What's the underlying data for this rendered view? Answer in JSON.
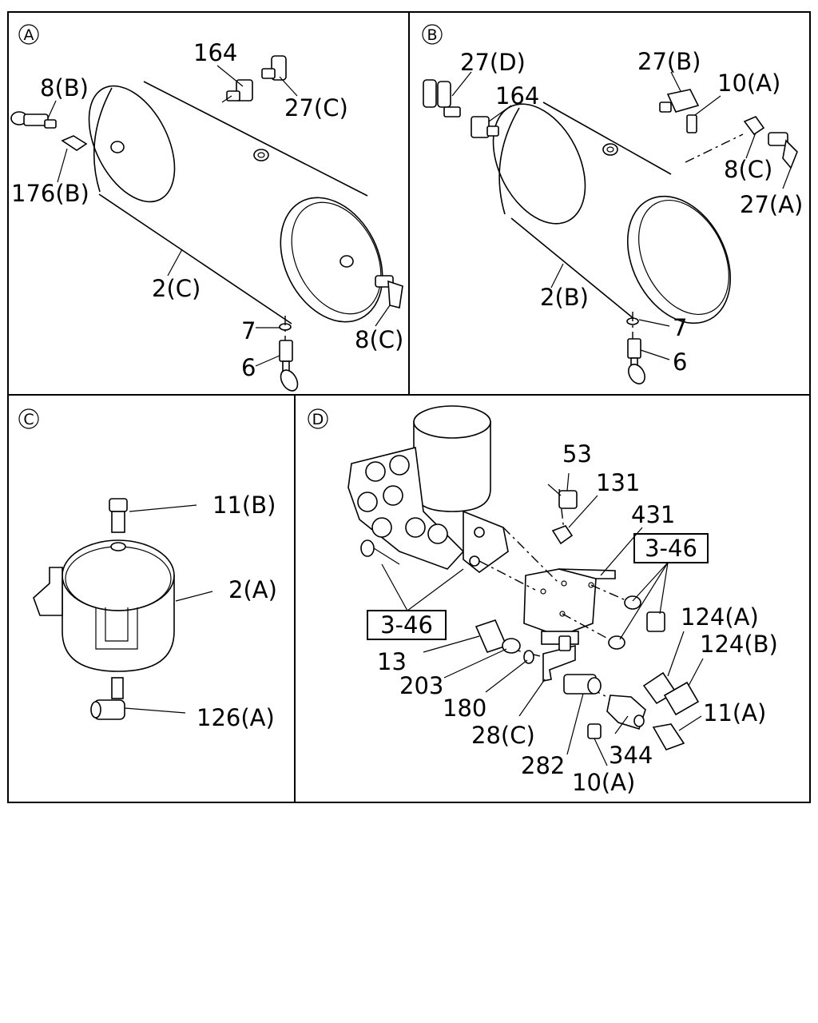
{
  "panels": {
    "a": {
      "badge": "A",
      "labels": {
        "p164": "164",
        "p27c": "27(C)",
        "p8b": "8(B)",
        "p176b": "176(B)",
        "p2c": "2(C)",
        "p7": "7",
        "p6": "6",
        "p8c": "8(C)"
      }
    },
    "b": {
      "badge": "B",
      "labels": {
        "p27d": "27(D)",
        "p27b": "27(B)",
        "p10a": "10(A)",
        "p164": "164",
        "p8c": "8(C)",
        "p27a": "27(A)",
        "p2b": "2(B)",
        "p7": "7",
        "p6": "6"
      }
    },
    "c": {
      "badge": "C",
      "labels": {
        "p11b": "11(B)",
        "p2a": "2(A)",
        "p126a": "126(A)"
      }
    },
    "d": {
      "badge": "D",
      "labels": {
        "p53": "53",
        "p131": "131",
        "p431": "431",
        "ref1": "3-46",
        "ref2": "3-46",
        "p124a": "124(A)",
        "p124b": "124(B)",
        "p13": "13",
        "p203": "203",
        "p180": "180",
        "p28c": "28(C)",
        "p282": "282",
        "p344": "344",
        "p11a": "11(A)",
        "p10a": "10(A)"
      }
    }
  }
}
